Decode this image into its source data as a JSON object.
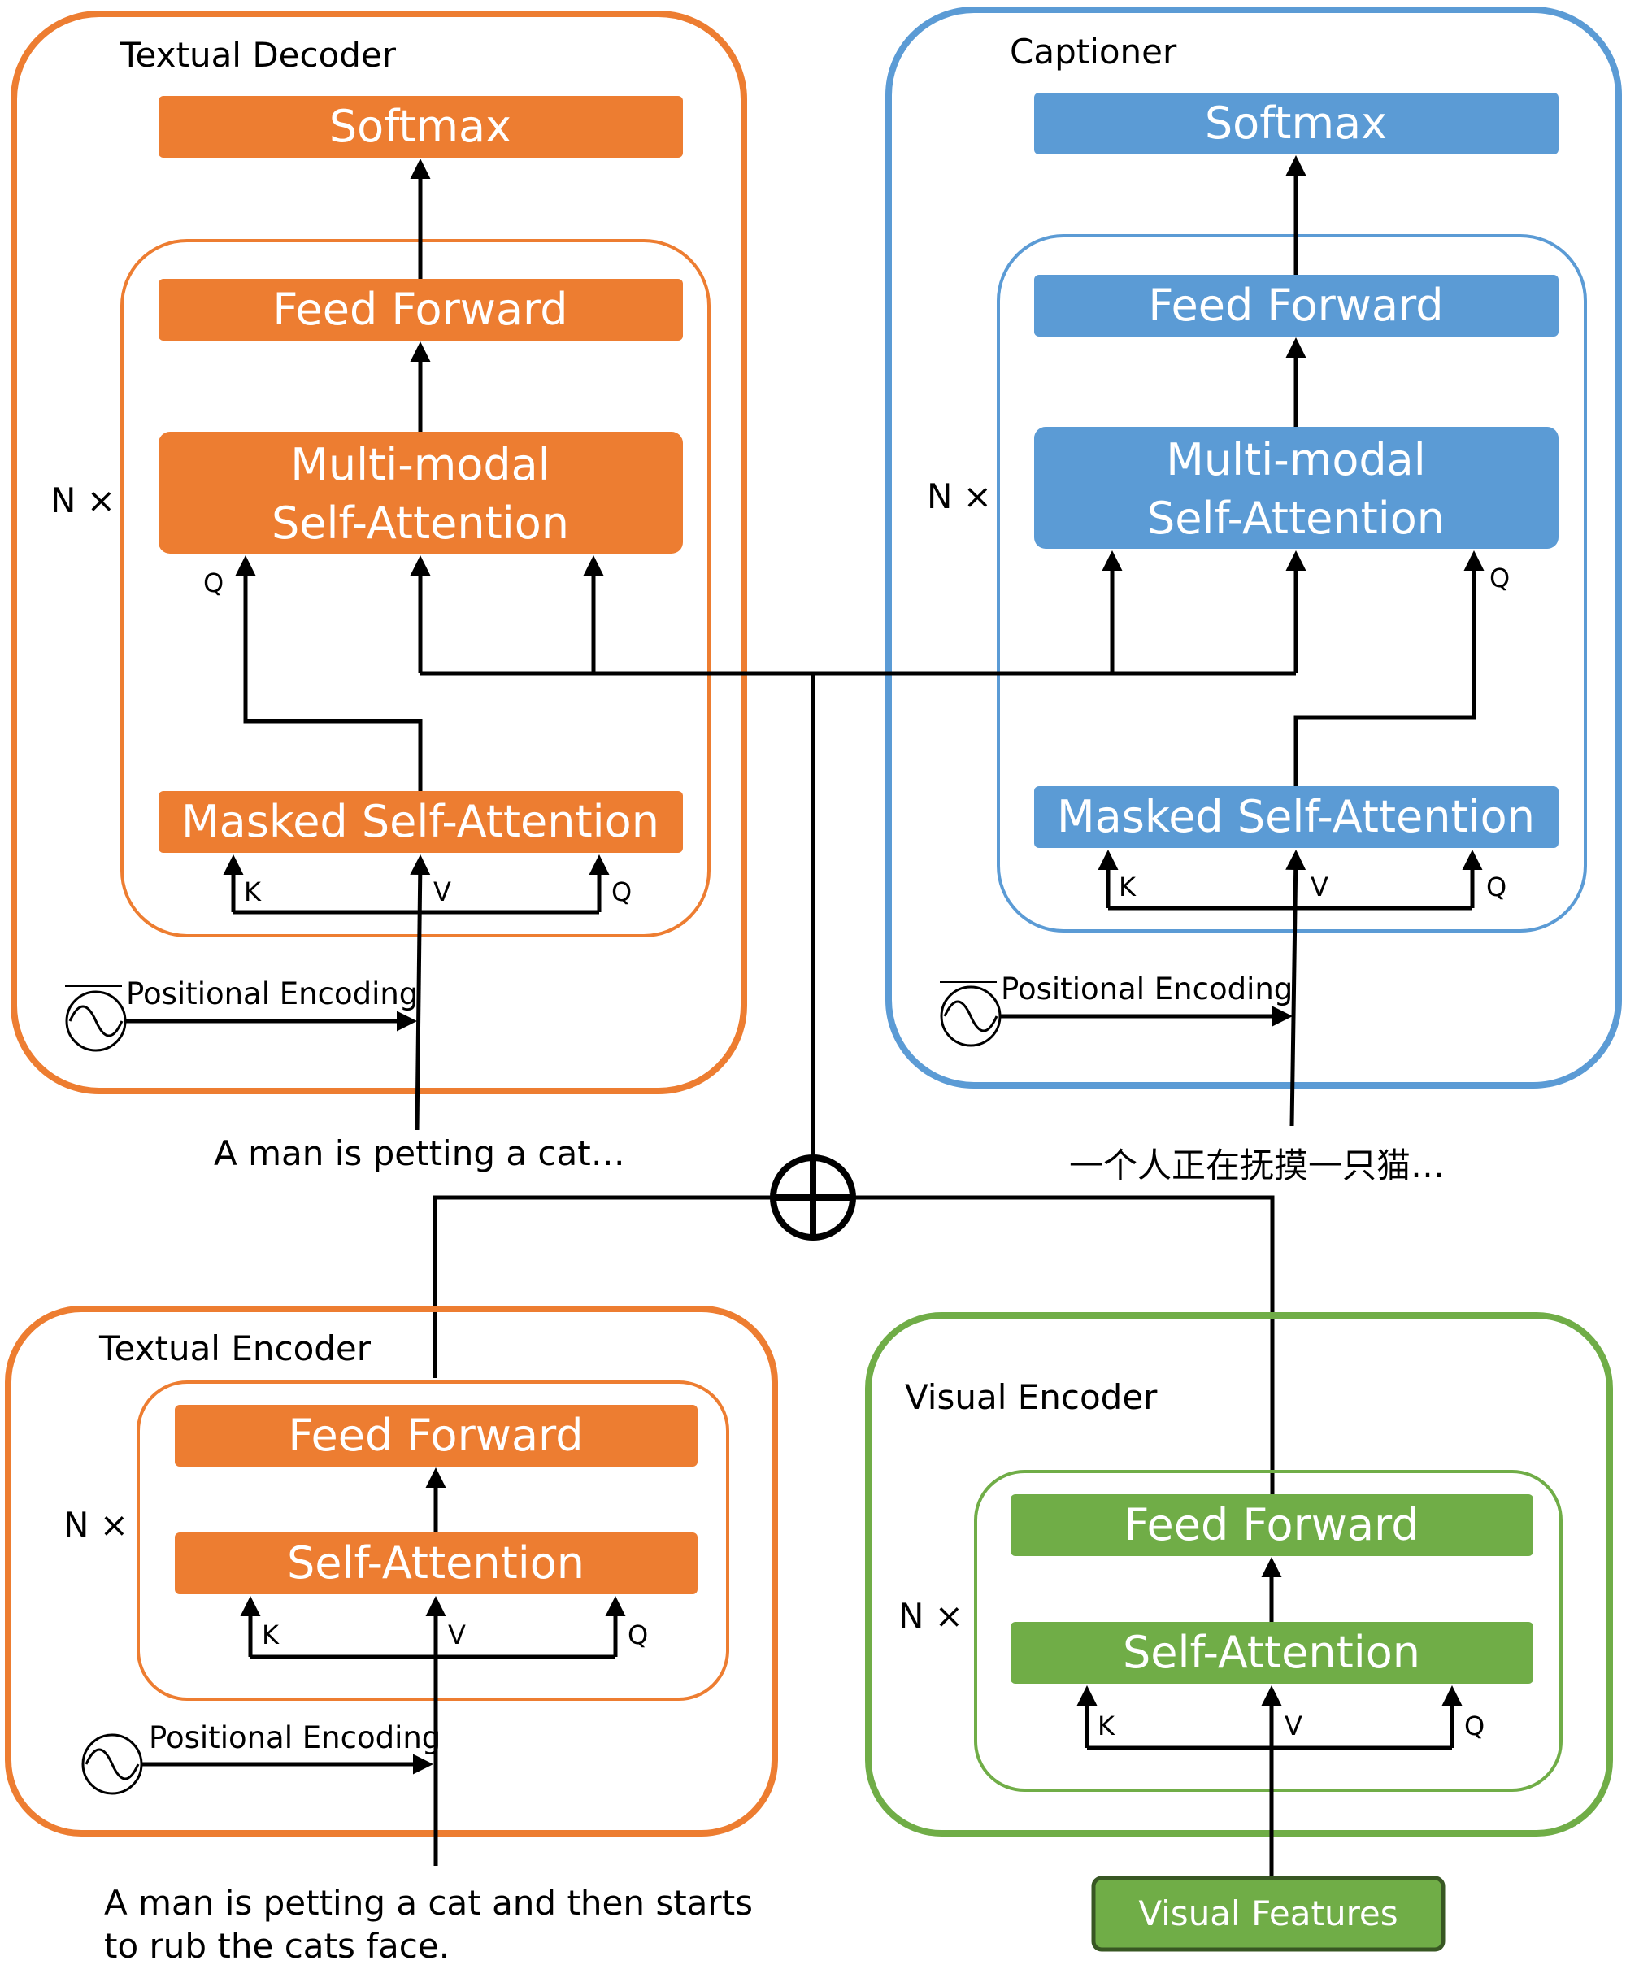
{
  "textual_decoder": {
    "title": "Textual Decoder",
    "softmax": "Softmax",
    "feed_forward": "Feed Forward",
    "mm_attention_line1": "Multi-modal",
    "mm_attention_line2": "Self-Attention",
    "masked_attention": "Masked Self-Attention",
    "repeat": "N ×",
    "q_label": "Q",
    "k_label": "K",
    "v_label": "V",
    "q2_label": "Q",
    "positional_encoding": "Positional Encoding",
    "input_text": "A man is petting a cat…"
  },
  "captioner": {
    "title": "Captioner",
    "softmax": "Softmax",
    "feed_forward": "Feed Forward",
    "mm_attention_line1": "Multi-modal",
    "mm_attention_line2": "Self-Attention",
    "masked_attention": "Masked Self-Attention",
    "repeat": "N ×",
    "q_label": "Q",
    "k_label": "K",
    "v_label": "V",
    "q2_label": "Q",
    "positional_encoding": "Positional Encoding",
    "input_text": "一个人正在抚摸一只猫…"
  },
  "textual_encoder": {
    "title": "Textual Encoder",
    "feed_forward": "Feed Forward",
    "self_attention": "Self-Attention",
    "repeat": "N ×",
    "k_label": "K",
    "v_label": "V",
    "q_label": "Q",
    "positional_encoding": "Positional Encoding",
    "input_line1": "A man is petting a cat and then starts",
    "input_line2": "to rub the cats face."
  },
  "visual_encoder": {
    "title": "Visual Encoder",
    "feed_forward": "Feed Forward",
    "self_attention": "Self-Attention",
    "repeat": "N ×",
    "k_label": "K",
    "v_label": "V",
    "q_label": "Q",
    "input": "Visual Features"
  },
  "colors": {
    "orange": "#ED7D31",
    "orange_light": "#F4B183",
    "blue": "#5B9BD5",
    "blue_light": "#9DC3E6",
    "green": "#70AD47",
    "green_light": "#A9D18E"
  }
}
